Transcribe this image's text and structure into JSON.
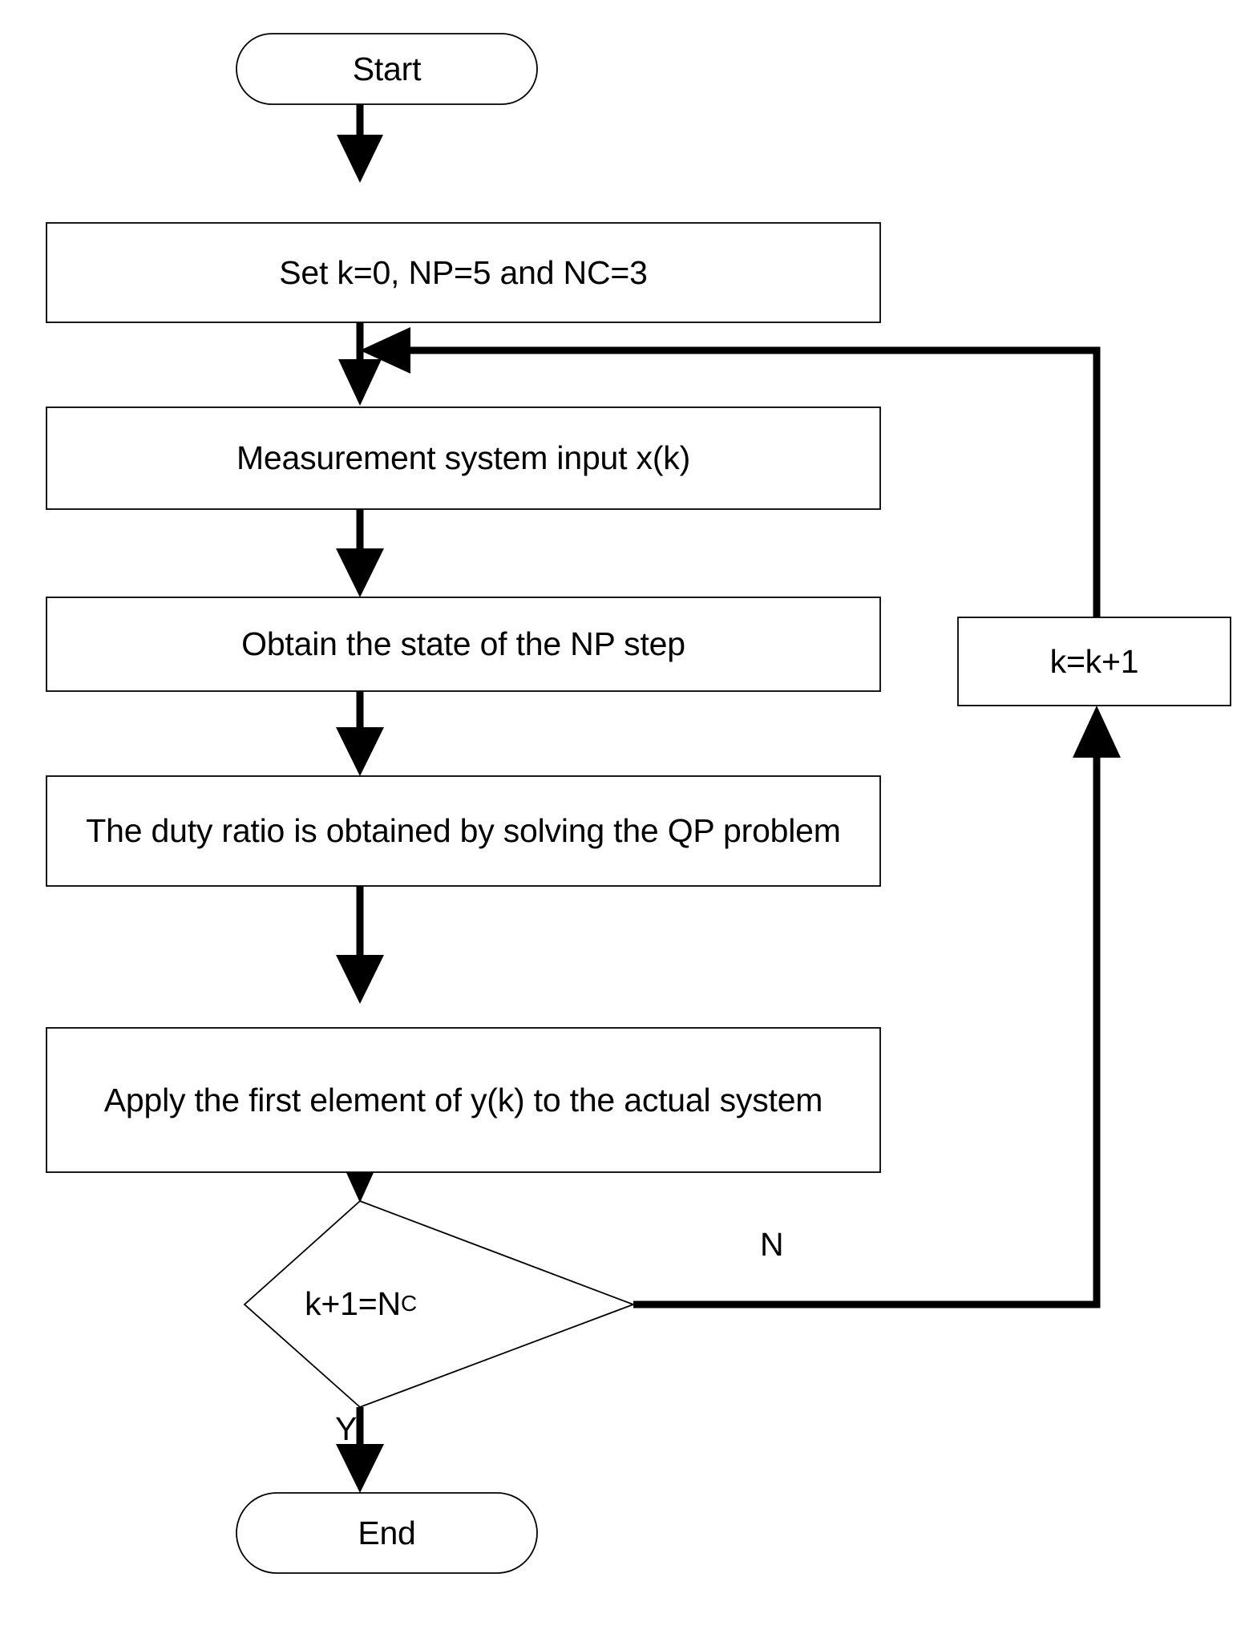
{
  "diagram": {
    "type": "flowchart",
    "title": "Model predictive control algorithm flowchart",
    "background_color": "#ffffff",
    "line_color": "#000000",
    "text_color": "#000000",
    "nodes": [
      {
        "id": "start",
        "shape": "terminator",
        "label": "Start"
      },
      {
        "id": "init",
        "shape": "process",
        "label": "Set k=0, NP=5 and NC=3"
      },
      {
        "id": "measure",
        "shape": "process",
        "label": "Measurement system input x(k)"
      },
      {
        "id": "obtain",
        "shape": "process",
        "label": "Obtain the state of the NP step"
      },
      {
        "id": "duty",
        "shape": "process",
        "label": "The duty ratio is obtained by solving the QP problem"
      },
      {
        "id": "apply",
        "shape": "process",
        "label": "Apply the first element of y(k) to the actual system"
      },
      {
        "id": "decision",
        "shape": "decision",
        "label_main": "k+1=N",
        "label_sub": "C"
      },
      {
        "id": "increment",
        "shape": "process",
        "label": "k=k+1"
      },
      {
        "id": "end",
        "shape": "terminator",
        "label": "End"
      }
    ],
    "edges": [
      {
        "from": "start",
        "to": "init",
        "label": ""
      },
      {
        "from": "init",
        "to": "measure",
        "label": ""
      },
      {
        "from": "measure",
        "to": "obtain",
        "label": ""
      },
      {
        "from": "obtain",
        "to": "duty",
        "label": ""
      },
      {
        "from": "duty",
        "to": "apply",
        "label": ""
      },
      {
        "from": "apply",
        "to": "decision",
        "label": ""
      },
      {
        "from": "decision",
        "to": "end",
        "label": "Y"
      },
      {
        "from": "decision",
        "to": "increment",
        "label": "N"
      },
      {
        "from": "increment",
        "to": "measure",
        "label": ""
      }
    ],
    "edge_labels": {
      "yes": "Y",
      "no": "N"
    }
  }
}
